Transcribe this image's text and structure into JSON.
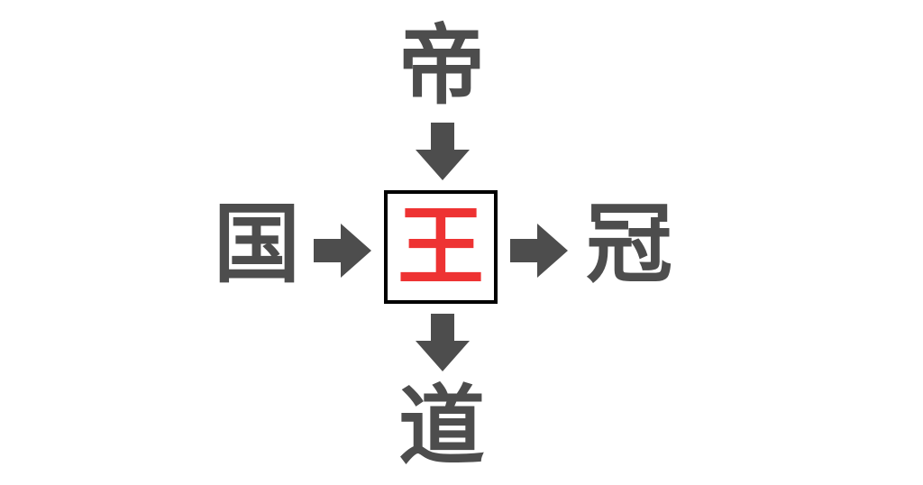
{
  "puzzle": {
    "top": "帝",
    "left": "国",
    "right": "冠",
    "bottom": "道",
    "answer": "王"
  },
  "colors": {
    "text": "#4d4d4d",
    "answer": "#ee3333",
    "box_border": "#000000",
    "arrow": "#4d4d4d"
  },
  "icons": {
    "arrow_top": "arrow-down-icon",
    "arrow_left": "arrow-right-icon",
    "arrow_right": "arrow-right-icon",
    "arrow_bottom": "arrow-down-icon"
  }
}
